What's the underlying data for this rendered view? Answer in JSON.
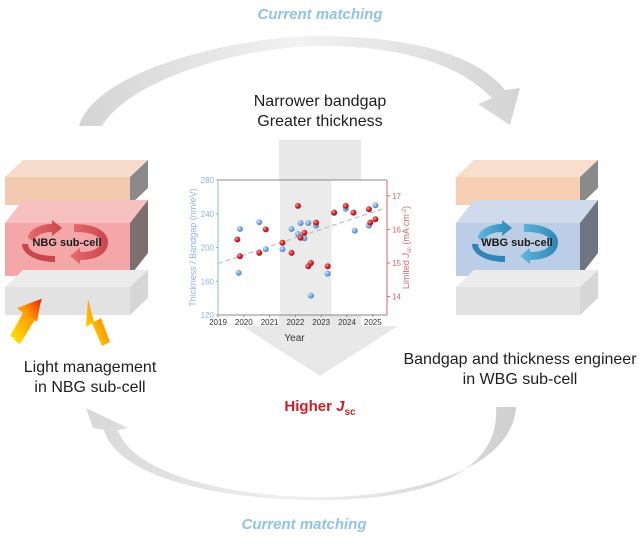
{
  "labels": {
    "top_cycle": "Current matching",
    "bottom_cycle": "Current matching",
    "center_top_line1": "Narrower bandgap",
    "center_top_line2": "Greater thickness",
    "higher_jsc_prefix": "Higher ",
    "higher_jsc_var": "J",
    "higher_jsc_sub": "sc",
    "left_caption_line1": "Light management",
    "left_caption_line2": "in NBG sub-cell",
    "right_caption_line1": "Bandgap and thickness engineer",
    "right_caption_line2": "in WBG sub-cell"
  },
  "left_stack": {
    "cell_label": "NBG sub-cell",
    "top_layer_color": "#f3c9b0",
    "cell_color": "#f4a6a8",
    "bottom_layer_color": "#e3e3e3",
    "arrow_color": "#d84a4f"
  },
  "right_stack": {
    "cell_label": "WBG sub-cell",
    "top_layer_color": "#f6cfb4",
    "cell_color": "#bccde6",
    "bottom_layer_color": "#e3e3e3",
    "arrow_color": "#3d9cc7"
  },
  "colors": {
    "cycle_arrow": "#d9d9d9",
    "blue_series": "#6a9fd8",
    "red_series": "#cc2229",
    "left_axis": "#8fb4e0",
    "right_axis": "#d46a6a",
    "highlight_band": "#e9e9e9"
  },
  "chart_data": {
    "type": "scatter",
    "title": "",
    "xlabel": "Year",
    "ylabel_left": "Thickness / Bandgap (nm/eV)",
    "ylabel_right_prefix": "Limited ",
    "ylabel_right_var": "J",
    "ylabel_right_sub": "sc",
    "ylabel_right_unit": " (mA cm",
    "ylabel_right_sup": "-2",
    "ylabel_right_close": ")",
    "xlim": [
      2019,
      2025.55
    ],
    "ylim_left": [
      120,
      280
    ],
    "ylim_right": [
      13.45,
      17.47
    ],
    "xticks": [
      2019,
      2020,
      2021,
      2022,
      2023,
      2024,
      2025
    ],
    "yticks_left": [
      120,
      160,
      200,
      240,
      280
    ],
    "yticks_right": [
      14,
      15,
      16,
      17
    ],
    "highlight_range": [
      2021.4,
      2023.4
    ],
    "grid": false,
    "series": [
      {
        "name": "Thickness / Bandgap",
        "axis": "left",
        "points": [
          [
            2019.8,
            170
          ],
          [
            2019.85,
            222
          ],
          [
            2020.6,
            230
          ],
          [
            2020.85,
            198
          ],
          [
            2021.5,
            198
          ],
          [
            2021.85,
            222
          ],
          [
            2022.1,
            216
          ],
          [
            2022.2,
            229
          ],
          [
            2022.35,
            211
          ],
          [
            2022.5,
            229
          ],
          [
            2022.6,
            143
          ],
          [
            2022.8,
            226
          ],
          [
            2023.25,
            169
          ],
          [
            2023.5,
            241
          ],
          [
            2023.95,
            246
          ],
          [
            2024.3,
            220
          ],
          [
            2024.85,
            226
          ],
          [
            2025.1,
            250
          ]
        ]
      },
      {
        "name": "Limited Jsc",
        "axis": "right",
        "points": [
          [
            2019.75,
            15.7
          ],
          [
            2019.85,
            15.2
          ],
          [
            2020.6,
            15.3
          ],
          [
            2020.85,
            16.0
          ],
          [
            2021.5,
            15.6
          ],
          [
            2021.85,
            15.3
          ],
          [
            2022.1,
            16.7
          ],
          [
            2022.2,
            15.75
          ],
          [
            2022.35,
            15.9
          ],
          [
            2022.5,
            14.9
          ],
          [
            2022.6,
            15.0
          ],
          [
            2022.8,
            16.2
          ],
          [
            2023.25,
            14.9
          ],
          [
            2023.5,
            16.5
          ],
          [
            2023.95,
            16.7
          ],
          [
            2024.25,
            16.5
          ],
          [
            2024.85,
            16.6
          ],
          [
            2024.9,
            16.2
          ],
          [
            2025.1,
            16.3
          ]
        ]
      }
    ],
    "trendline": {
      "axis": "left",
      "from": [
        2019,
        181
      ],
      "to": [
        2025.4,
        246
      ],
      "style": "dashed"
    }
  }
}
